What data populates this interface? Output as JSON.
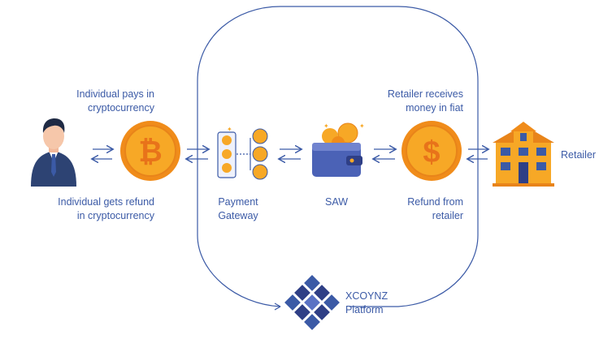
{
  "labels": {
    "pays_line1": "Individual pays in",
    "pays_line2": "cryptocurrency",
    "refund_line1": "Individual gets refund",
    "refund_line2": "in cryptocurrency",
    "gateway_line1": "Payment",
    "gateway_line2": "Gateway",
    "saw": "SAW",
    "receives_line1": "Retailer receives",
    "receives_line2": "money in fiat",
    "refund_from_line1": "Refund from",
    "refund_from_line2": "retailer",
    "retailer": "Retailer",
    "platform_line1": "XCOYNZ",
    "platform_line2": "Platform"
  },
  "icons": {
    "person": "person-icon",
    "bitcoin": "bitcoin-coin-icon",
    "gateway": "payment-gateway-icon",
    "wallet": "wallet-icon",
    "dollar": "dollar-coin-icon",
    "building": "retailer-building-icon",
    "logo": "xcoynz-logo"
  },
  "colors": {
    "text": "#3b5aa6",
    "arrow": "#3b5aa6",
    "loop": "#3b5aa6",
    "coin": "#f5a623",
    "coin_dark": "#e8841a"
  }
}
